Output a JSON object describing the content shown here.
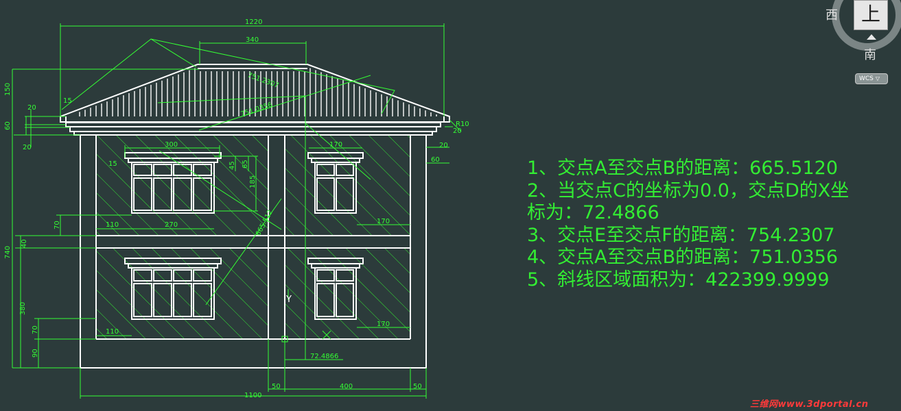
{
  "dimensions": {
    "d1220": "1220",
    "d340": "340",
    "d150": "150",
    "d15a": "15",
    "d20a": "20",
    "d60a": "60",
    "d20b": "20",
    "r10": "R10",
    "d20c": "20",
    "d20d": "20",
    "d60b": "60",
    "d300": "300",
    "d15b": "15",
    "d45": "45",
    "d65": "65",
    "d185": "185",
    "d170a": "170",
    "d70a": "70",
    "d110a": "110",
    "d270": "270",
    "d170b": "170",
    "d740": "740",
    "d40": "40",
    "d380": "380",
    "d70b": "70",
    "d110b": "110",
    "d170c": "170",
    "d90": "90",
    "d50a": "50",
    "d400": "400",
    "d50b": "50",
    "d1100": "1100",
    "d724866": "72.4866",
    "diag1": "751.2307",
    "diag2": "751.0356",
    "diag3": "665.512"
  },
  "markers": {
    "y_axis": "Y",
    "x_axis": "X"
  },
  "results": [
    "1、交点A至交点B的距离：665.5120",
    "2、当交点C的坐标为0.0，交点D的X坐",
    "标为：72.4866",
    "3、交点E至交点F的距离：754.2307",
    "4、交点A至交点B的距离：751.0356",
    "5、斜线区域面积为：422399.9999"
  ],
  "viewcube": {
    "face_label": "上",
    "west_label": "西",
    "south_label": "南",
    "wcs_label": "WCS"
  },
  "watermark": "三维网www.3dportal.cn",
  "colors": {
    "background": "#2c3b3b",
    "dimension_green": "#34ff34",
    "geometry_white": "#ffffff",
    "text_green": "#33ee33",
    "watermark_red": "#ff3a3a"
  }
}
